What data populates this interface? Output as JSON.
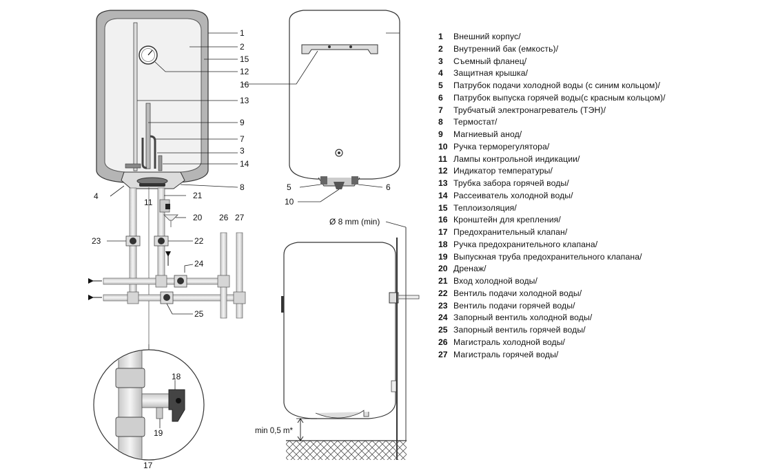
{
  "callouts": {
    "front": [
      "1",
      "2",
      "15",
      "12",
      "16",
      "13",
      "9",
      "7",
      "3",
      "14",
      "8",
      "4",
      "11",
      "21",
      "20",
      "22",
      "23",
      "24",
      "25",
      "26",
      "27"
    ],
    "side": [
      "1",
      "16",
      "5",
      "6",
      "10"
    ],
    "detail": [
      "18",
      "19",
      "17"
    ]
  },
  "dimensions": {
    "pipe_diameter": "Ø 8 mm (min)",
    "floor_clearance": "min 0,5 m*"
  },
  "legend": [
    {
      "num": "1",
      "text": "Внешний  корпус/"
    },
    {
      "num": "2",
      "text": "Внутренний  бак  (емкость)/"
    },
    {
      "num": "3",
      "text": "Съемный фланец/"
    },
    {
      "num": "4",
      "text": "Защитная  крышка/"
    },
    {
      "num": "5",
      "text": "Патрубок подачи холодной воды (с синим кольцом)/"
    },
    {
      "num": "6",
      "text": "Патрубок выпуска горячей воды(с красным кольцом)/"
    },
    {
      "num": "7",
      "text": "Трубчатый  электронагреватель  (ТЭН)/"
    },
    {
      "num": "8",
      "text": "Термостат/"
    },
    {
      "num": "9",
      "text": "Магниевый анод/"
    },
    {
      "num": "10",
      "text": "Ручка терморегулятора/"
    },
    {
      "num": "11",
      "text": "Лампы  контрольной  индикации/"
    },
    {
      "num": "12",
      "text": "Индикатор  температуры/"
    },
    {
      "num": "13",
      "text": "Трубка забора горячей воды/"
    },
    {
      "num": "14",
      "text": "Рассеиватель холодной воды/"
    },
    {
      "num": "15",
      "text": "Теплоизоляция/"
    },
    {
      "num": "16",
      "text": "Кронштейн для крепления/"
    },
    {
      "num": "17",
      "text": "Предохранительный  клапан/"
    },
    {
      "num": "18",
      "text": "Ручка предохранительного клапана/"
    },
    {
      "num": "19",
      "text": "Выпускная труба предохранительного клапана/"
    },
    {
      "num": "20",
      "text": "Дренаж/"
    },
    {
      "num": "21",
      "text": "Вход холодной воды/"
    },
    {
      "num": "22",
      "text": "Вентиль  подачи  холодной  воды/"
    },
    {
      "num": "23",
      "text": "Вентиль подачи горячей воды/"
    },
    {
      "num": "24",
      "text": "Запорный  вентиль  холодной  воды/"
    },
    {
      "num": "25",
      "text": "Запорный вентиль горячей воды/"
    },
    {
      "num": "26",
      "text": "Магистраль холодной воды/"
    },
    {
      "num": "27",
      "text": "Магистраль горячей воды/"
    }
  ]
}
